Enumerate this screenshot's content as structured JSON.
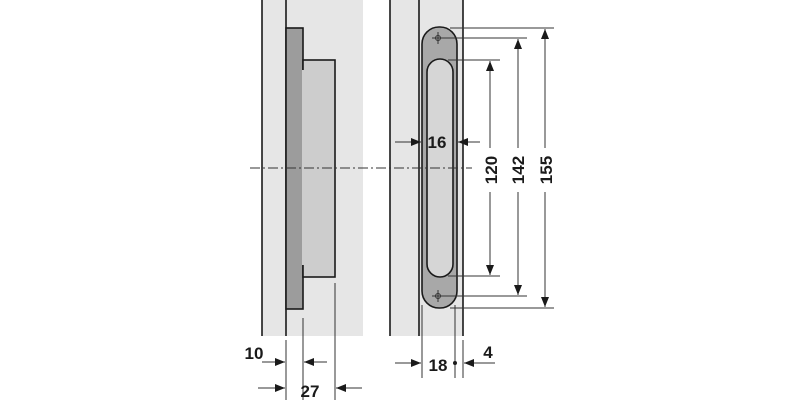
{
  "colors": {
    "background_panel": "#e6e6e6",
    "plate": "#9c9c9c",
    "body": "#cdcdcd",
    "handle": "#a8a8a8",
    "slot": "#d6d6d6",
    "line": "#1a1a1a"
  },
  "dimensions": {
    "handle_width": "16",
    "hole_spacing_inner": "120",
    "hole_spacing": "142",
    "overall_length": "155",
    "plate_offset": "10",
    "total_depth": "27",
    "frame_width": "18",
    "edge_gap": "4"
  }
}
